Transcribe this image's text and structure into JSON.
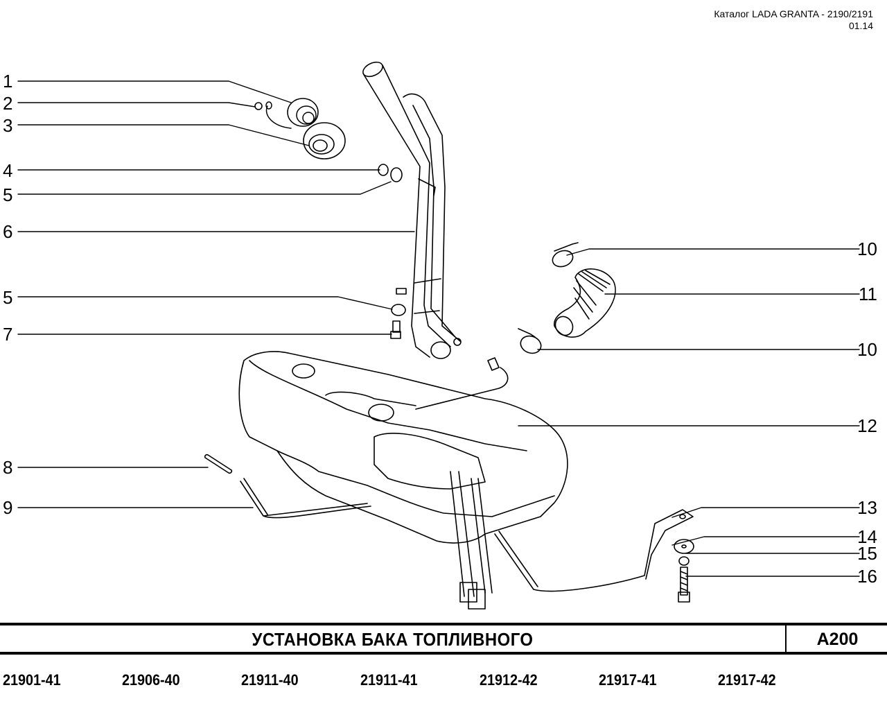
{
  "header": {
    "catalog": "Каталог  LADA  GRANTA - 2190/2191",
    "date": "01.14"
  },
  "diagram": {
    "title": "УСТАНОВКА   БАКА   ТОПЛИВНОГО",
    "code": "А200",
    "callouts_left": [
      "1",
      "2",
      "3",
      "4",
      "5",
      "6",
      "5",
      "7",
      "8",
      "9"
    ],
    "callouts_right": [
      "10",
      "11",
      "10",
      "12",
      "13",
      "14",
      "15",
      "16"
    ],
    "parts": [
      {
        "num": "1",
        "name": "fuel-filler-cap"
      },
      {
        "num": "2",
        "name": "nut"
      },
      {
        "num": "3",
        "name": "filler-neck-seal"
      },
      {
        "num": "4",
        "name": "nut"
      },
      {
        "num": "5",
        "name": "washer"
      },
      {
        "num": "6",
        "name": "filler-pipe"
      },
      {
        "num": "7",
        "name": "bolt"
      },
      {
        "num": "8",
        "name": "pin"
      },
      {
        "num": "9",
        "name": "tank-strap"
      },
      {
        "num": "10",
        "name": "hose-clamp"
      },
      {
        "num": "11",
        "name": "corrugated-hose"
      },
      {
        "num": "12",
        "name": "fuel-tank"
      },
      {
        "num": "13",
        "name": "tank-strap"
      },
      {
        "num": "14",
        "name": "washer"
      },
      {
        "num": "15",
        "name": "spring-washer"
      },
      {
        "num": "16",
        "name": "bolt"
      }
    ]
  },
  "models": [
    "21901-41",
    "21906-40",
    "21911-40",
    "21911-41",
    "21912-42",
    "21917-41",
    "21917-42"
  ]
}
